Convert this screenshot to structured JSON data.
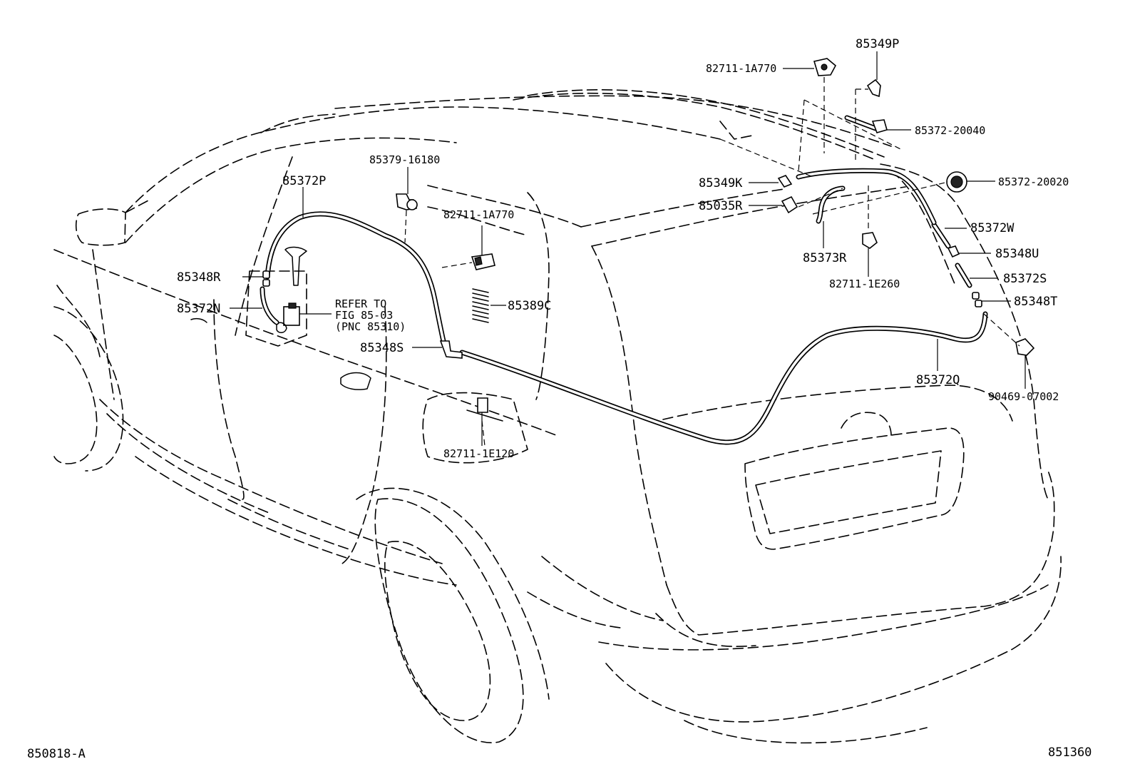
{
  "figure": {
    "code_left": "850818-A",
    "code_right": "851360"
  },
  "labels": {
    "p82711_1a770_top": "82711-1A770",
    "p85349p": "85349P",
    "p85372_20040": "85372-20040",
    "p85379_16180": "85379-16180",
    "p85372p": "85372P",
    "p82711_1a770_mid": "82711-1A770",
    "p85349k": "85349K",
    "p85035r": "85035R",
    "p85372_20020": "85372-20020",
    "p85372w": "85372W",
    "p85373r": "85373R",
    "p85348u": "85348U",
    "p82711_1e260": "82711-1E260",
    "p85372s": "85372S",
    "p85348r": "85348R",
    "p85372n": "85372N",
    "p85389c": "85389C",
    "p85348t": "85348T",
    "p85348s": "85348S",
    "p85372q": "85372Q",
    "p90469_07002": "90469-07002",
    "p82711_1e120": "82711-1E120"
  },
  "refer_note": {
    "line1": "REFER TO",
    "line2": "FIG 85-03",
    "line3": "(PNC 85310)"
  }
}
